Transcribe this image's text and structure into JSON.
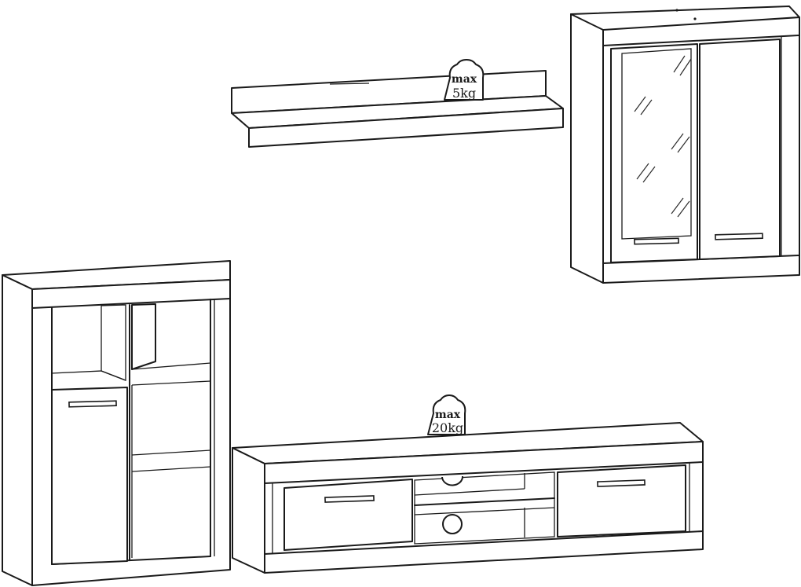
{
  "diagram": {
    "components": [
      {
        "id": "wall-shelf",
        "load_limit": {
          "label": "max",
          "value": "5kg"
        }
      },
      {
        "id": "hanging-glass-cabinet"
      },
      {
        "id": "tall-cabinet"
      },
      {
        "id": "tv-stand",
        "load_limit": {
          "label": "max",
          "value": "20kg"
        }
      }
    ]
  }
}
